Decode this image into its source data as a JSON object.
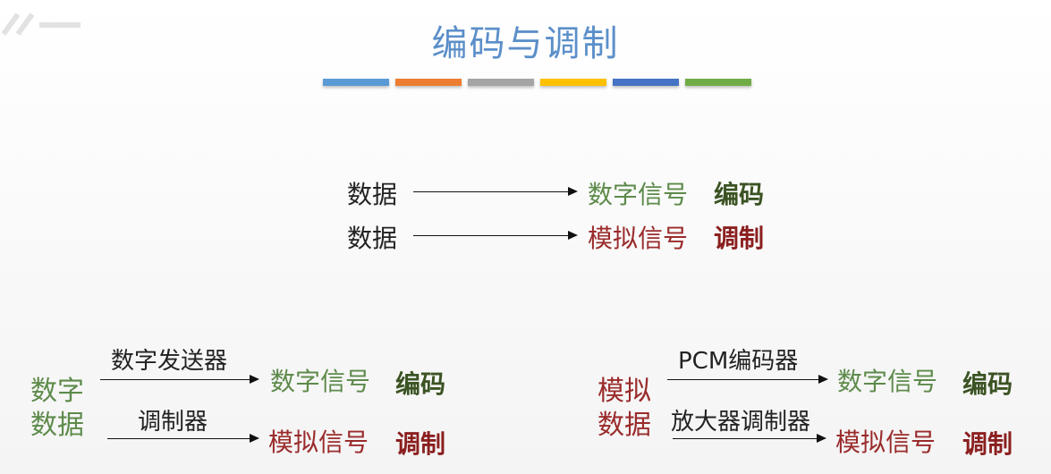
{
  "watermark": "…",
  "title": "编码与调制",
  "palette": [
    "#5b9bd5",
    "#ed7d31",
    "#a5a5a5",
    "#ffc000",
    "#4472c4",
    "#70ad47"
  ],
  "top": {
    "row1": {
      "source": "数据",
      "target": "数字信号",
      "tag": "编码"
    },
    "row2": {
      "source": "数据",
      "target": "模拟信号",
      "tag": "调制"
    }
  },
  "left": {
    "source_line1": "数字",
    "source_line2": "数据",
    "row1": {
      "device": "数字发送器",
      "target": "数字信号",
      "tag": "编码"
    },
    "row2": {
      "device": "调制器",
      "target": "模拟信号",
      "tag": "调制"
    }
  },
  "right": {
    "source_line1": "模拟",
    "source_line2": "数据",
    "row1": {
      "device": "PCM编码器",
      "target": "数字信号",
      "tag": "编码"
    },
    "row2": {
      "device": "放大器调制器",
      "target": "模拟信号",
      "tag": "调制"
    }
  }
}
